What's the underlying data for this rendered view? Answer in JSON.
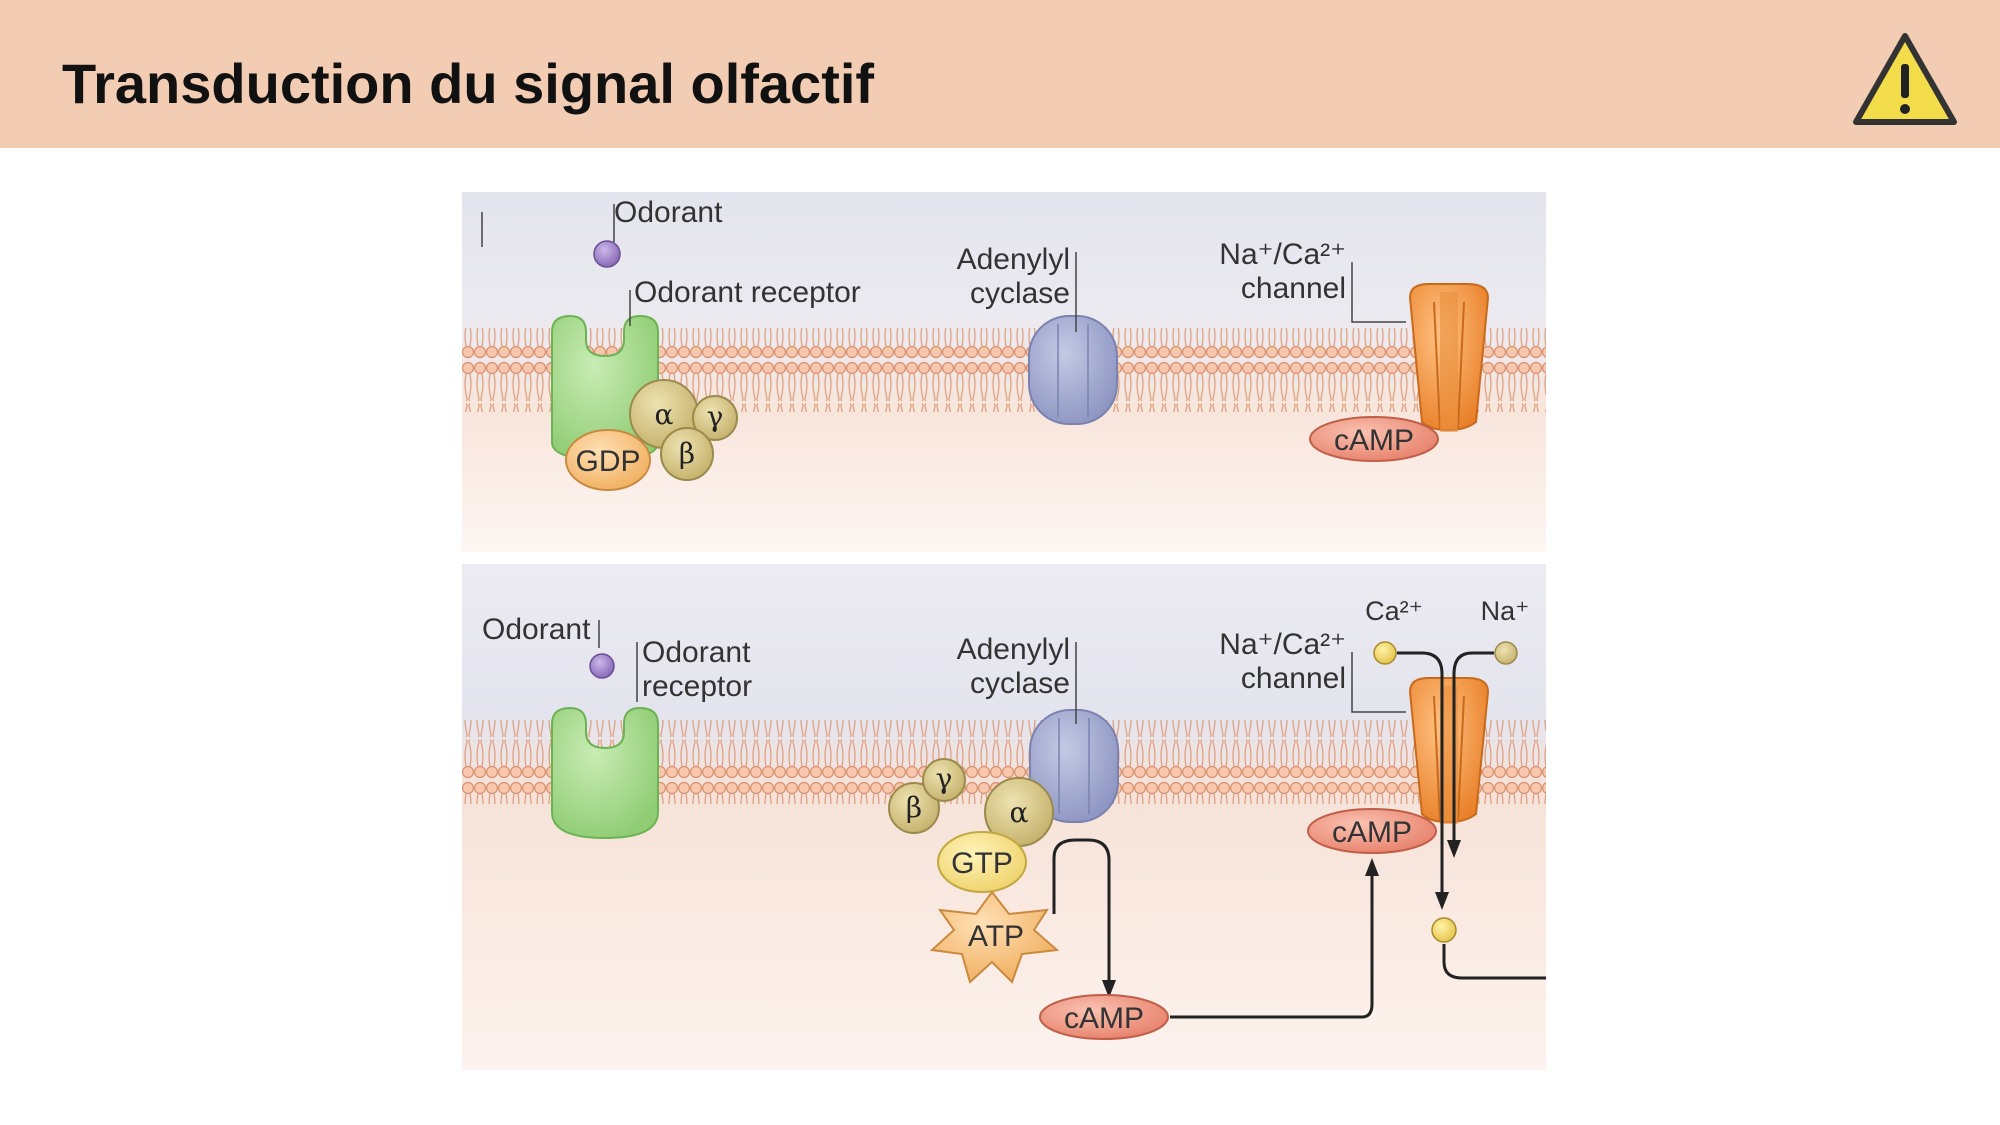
{
  "slide": {
    "title": "Transduction du signal olfactif"
  },
  "icons": {
    "warning": "warning-triangle-icon"
  },
  "colors": {
    "header": "#f2cdb3",
    "receptor": "#a7d88f",
    "cyclase": "#a7aed0",
    "channel": "#f29a45",
    "camp": "#ee8f78",
    "gprotein": "#d9c983",
    "gdp": "#f5c27e",
    "gtp": "#f3df7e",
    "atp": "#f4b56e",
    "odorant": "#9a7cc4"
  },
  "panel_top": {
    "odorant": "Odorant",
    "receptor": "Odorant receptor",
    "cyclase_line1": "Adenylyl",
    "cyclase_line2": "cyclase",
    "channel_line1": "Na⁺/Ca²⁺",
    "channel_line2": "channel",
    "alpha": "α",
    "beta": "β",
    "gamma": "γ",
    "gdp": "GDP",
    "camp": "cAMP"
  },
  "panel_bottom": {
    "odorant": "Odorant",
    "receptor_line1": "Odorant",
    "receptor_line2": "receptor",
    "cyclase_line1": "Adenylyl",
    "cyclase_line2": "cyclase",
    "channel_line1": "Na⁺/Ca²⁺",
    "channel_line2": "channel",
    "ion_ca": "Ca²⁺",
    "ion_na": "Na⁺",
    "alpha": "α",
    "beta": "β",
    "gamma": "γ",
    "gtp": "GTP",
    "atp": "ATP",
    "camp_channel": "cAMP",
    "camp_product": "cAMP"
  }
}
